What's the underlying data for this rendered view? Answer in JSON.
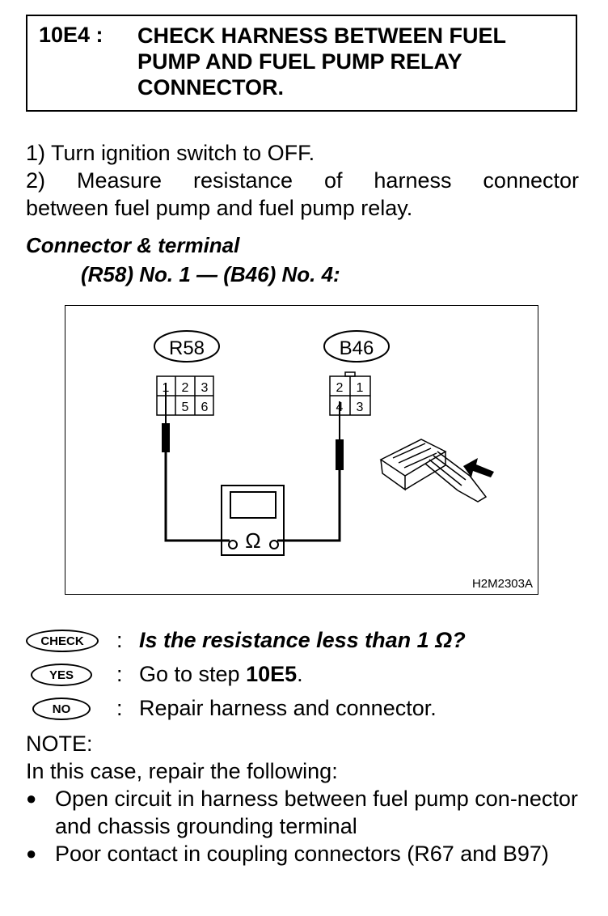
{
  "header": {
    "step_id": "10E4 :",
    "title": "CHECK HARNESS BETWEEN FUEL PUMP AND FUEL PUMP RELAY CONNECTOR."
  },
  "steps": [
    "1) Turn ignition switch to OFF.",
    "2) Measure resistance of harness connector",
    "between fuel pump and fuel pump relay."
  ],
  "connector": {
    "title": "Connector & terminal",
    "terminals": "(R58) No. 1 — (B46) No. 4:"
  },
  "diagram": {
    "left_connector_label": "R58",
    "left_pins": [
      "1",
      "2",
      "3",
      "",
      "5",
      "6"
    ],
    "right_connector_label": "B46",
    "right_pins": [
      "2",
      "1",
      "4",
      "3"
    ],
    "meter_symbol": "Ω",
    "figure_code": "H2M2303A"
  },
  "answers": [
    {
      "badge": "CHECK",
      "text": "Is the resistance less than 1 Ω?",
      "emphasis": true
    },
    {
      "badge": "YES",
      "text_prefix": "Go to step ",
      "text_bold": "10E5",
      "text_suffix": "."
    },
    {
      "badge": "NO",
      "text": "Repair harness and connector."
    }
  ],
  "note": {
    "label": "NOTE:",
    "intro": "In this case, repair the following:",
    "bullets": [
      "Open circuit in harness between fuel pump con-nector and chassis grounding terminal",
      "Poor contact in coupling connectors (R67 and B97)"
    ]
  }
}
